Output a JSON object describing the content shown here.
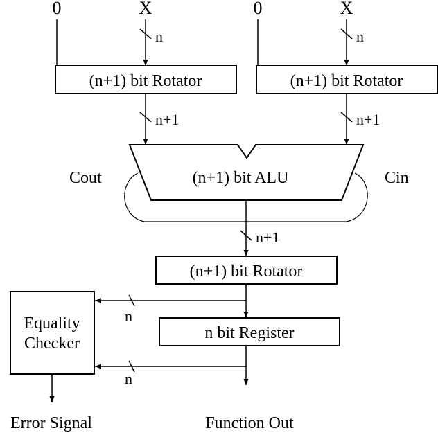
{
  "inputs": {
    "left_zero": "0",
    "left_x": "X",
    "right_zero": "0",
    "right_x": "X"
  },
  "blocks": {
    "rotator_left": "(n+1) bit Rotator",
    "rotator_right": "(n+1) bit Rotator",
    "alu": "(n+1) bit ALU",
    "rotator_bottom": "(n+1) bit Rotator",
    "register": "n bit Register",
    "checker_line1": "Equality",
    "checker_line2": "Checker"
  },
  "bus_widths": {
    "left_input": "n",
    "right_input": "n",
    "left_to_alu": "n+1",
    "right_to_alu": "n+1",
    "alu_out": "n+1",
    "rotator_to_checker": "n",
    "register_to_checker": "n"
  },
  "carry": {
    "cout": "Cout",
    "cin": "Cin"
  },
  "outputs": {
    "error_signal": "Error Signal",
    "function_out": "Function Out"
  }
}
